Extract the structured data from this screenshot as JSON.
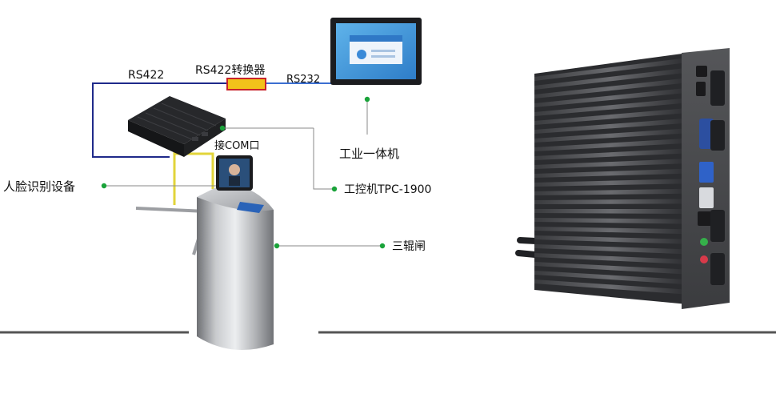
{
  "diagram": {
    "labels": {
      "rs422": "RS422",
      "converter": "RS422转换器",
      "rs232": "RS232",
      "panel_pc": "工业一体机",
      "com_port": "接COM口",
      "face_device": "人脸识别设备",
      "ipc": "工控机TPC-1900",
      "turnstile": "三辊闸"
    },
    "colors": {
      "rs422_line": "#1f2a8a",
      "rs232_line": "#3b6fd1",
      "signal_line": "#e2d43a",
      "leader_line": "#8a8a8a",
      "dot": "#1aa33a",
      "converter_fill": "#f2c21a",
      "converter_border": "#c8232a",
      "divider": "#555555"
    }
  }
}
